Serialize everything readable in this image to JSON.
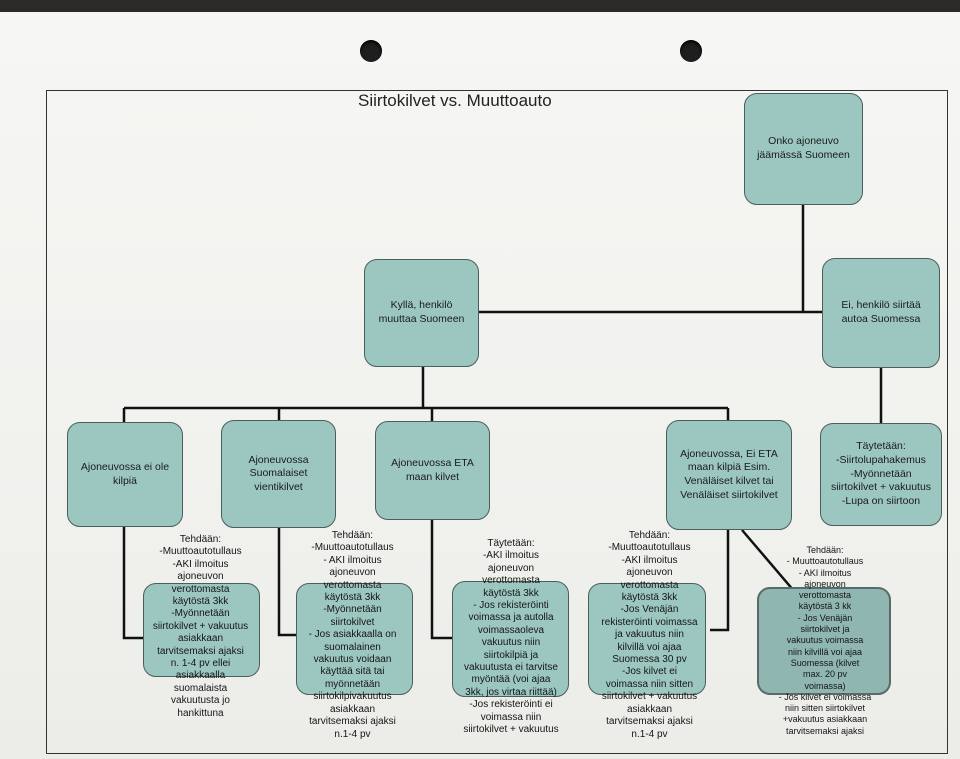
{
  "title": "Siirtokilvet vs. Muuttoauto",
  "nodes": {
    "root": "Onko ajoneuvo\njäämässä Suomeen",
    "yes": "Kyllä, henkilö\nmuuttaa Suomeen",
    "no": "Ei, henkilö siirtää\nautoa Suomessa",
    "no_plates": "Ajoneuvossa ei ole\nkilpiä",
    "fi_export": "Ajoneuvossa\nSuomalaiset\nvientikilvet",
    "eta": "Ajoneuvossa ETA\nmaan kilvet",
    "non_eta": "Ajoneuvossa, Ei ETA\nmaan kilpiä Esim.\nVenäläiset kilvet tai\nVenäläiset siirtokilvet",
    "transfer": "Täytetään:\n-Siirtolupahakemus\n-Myönnetään\nsiirtokilvet + vakuutus\n-Lupa on siirtoon"
  },
  "notes": {
    "no_plates": "Tehdään:\n-Muuttoautotullaus\n-AKI ilmoitus\najoneuvon\nverottomasta\nkäytöstä 3kk\n-Myönnetään\nsiirtokilvet + vakuutus\nasiakkaan\ntarvitsemaksi ajaksi\nn. 1-4 pv ellei\nasiakkaalla\nsuomalaista\nvakuutusta jo\nhankittuna",
    "fi_export": "Tehdään:\n-Muuttoautotullaus\n- AKI ilmoitus\najoneuvon\nverottomasta\nkäytöstä 3kk\n-Myönnetään\nsiirtokilvet\n- Jos asiakkaalla on\nsuomalainen\nvakuutus voidaan\nkäyttää sitä tai\nmyönnetään\nsiirtokilpivakuutus\nasiakkaan\ntarvitsemaksi ajaksi\nn.1-4 pv",
    "eta": "Täytetään:\n-AKI ilmoitus\najoneuvon\nverottomasta\nkäytöstä 3kk\n- Jos rekisteröinti\nvoimassa ja autolla\nvoimassaoleva\nvakuutus niin\nsiirtokilpiä ja\nvakuutusta ei tarvitse\nmyöntää (voi ajaa\n3kk, jos virtaa riittää)\n-Jos rekisteröinti ei\nvoimassa niin\nsiirtokilvet + vakuutus",
    "non_eta": "Tehdään:\n-Muuttoautotullaus\n-AKI ilmoitus\najoneuvon\nverottomasta\nkäytöstä 3kk\n-Jos Venäjän\nrekisteröinti voimassa\nja vakuutus niin\nkilvillä voi ajaa\nSuomessa 30 pv\n-Jos kilvet ei\nvoimassa niin sitten\nsiirtokilvet + vakuutus\nasiakkaan\ntarvitsemaksi ajaksi\nn.1-4 pv",
    "extra": "Tehdään:\n- Muuttoautotullaus\n- AKI ilmoitus\najoneuvon\nverottomasta\nkäytöstä 3 kk\n- Jos Venäjän\nsiirtokilvet ja\nvakuutus voimassa\nniin kilvillä voi ajaa\nSuomessa (kilvet\nmax. 20 pv\nvoimassa)\n- Jos kilvet ei voimassa\nniin sitten siirtokilvet\n+vakuutus asiakkaan\ntarvitsemaksi ajaksi"
  },
  "colors": {
    "box_fill": "#9cc7c0",
    "box_border": "#4a5e5b",
    "line": "#111111",
    "paper": "#f4f4f2"
  }
}
